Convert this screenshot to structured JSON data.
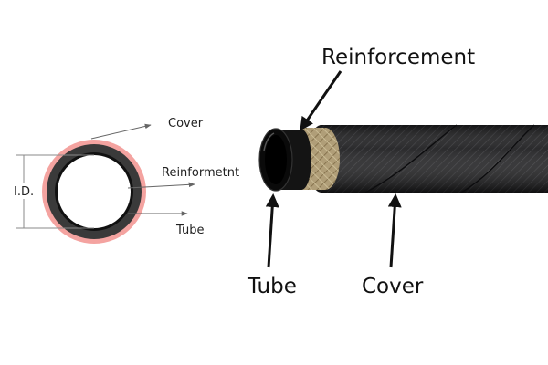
{
  "cross_section": {
    "cover_label": "Cover",
    "reinforcement_label": "Reinformetnt",
    "tube_label": "Tube",
    "id_label": "I.D."
  },
  "hose": {
    "reinforcement_label": "Reinforcement",
    "tube_label": "Tube",
    "cover_label": "Cover"
  },
  "colors": {
    "outer_ring": "#f4a3a0",
    "cover_ring": "#3a3a3a",
    "tube_ring": "#111111",
    "braid": "#c9b489",
    "hose_cover": "#1d1d1f"
  }
}
